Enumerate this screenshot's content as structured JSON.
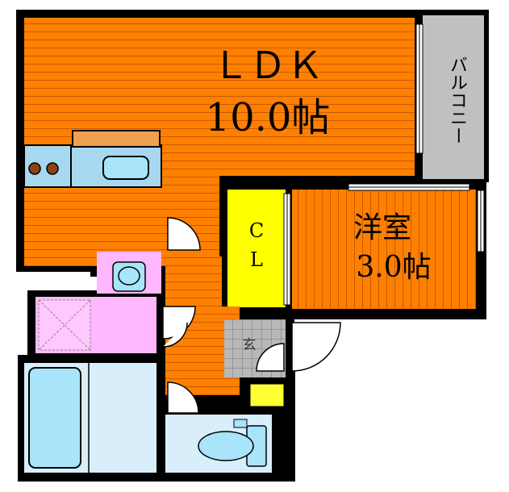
{
  "rooms": {
    "ldk": {
      "name": "ＬＤＫ",
      "size": "10.0帖"
    },
    "western": {
      "name": "洋室",
      "size": "3.0帖"
    },
    "closet": {
      "name_top": "C",
      "name_bottom": "L"
    },
    "balcony": {
      "name": "バルコニー"
    },
    "entrance": {
      "name": "玄"
    }
  },
  "colors": {
    "wall": "#000000",
    "floor_orange": "#FF8000",
    "floor_stripe": "#C85A00",
    "closet_yellow": "#FFFF00",
    "balcony_gray": "#C0C0C0",
    "bath_blue": "#D8EEFA",
    "fixture_blue": "#A8E4FA",
    "washroom_pink": "#FFB8FF",
    "kitchen_counter": "#F0A050",
    "entrance_tile": "#B8B8B8",
    "shoe_box_yellow": "#FFFF33"
  }
}
